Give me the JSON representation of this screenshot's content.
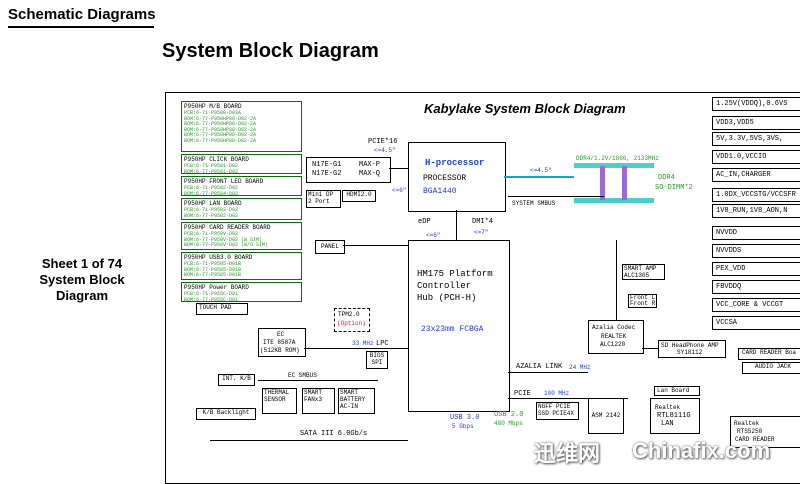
{
  "header": {
    "section": "Schematic  Diagrams",
    "page_title": "System Block Diagram"
  },
  "sheet": {
    "line1": "Sheet 1 of 74",
    "line2": "System Block",
    "line3": "Diagram"
  },
  "diagram": {
    "title": "Kabylake System Block Diagram",
    "boards": [
      {
        "name": "P950HP M/B BOARD",
        "items": [
          "PCB:6-71-P9500-D03A",
          "BOM:6-77-P950HP00-D02-2A",
          "BOM:6-77-P950HP00-D02-2A",
          "BOM:6-77-P950HP00-D02-2A",
          "BOM:6-77-P950HP00-D02-2A",
          "BOM:6-77-P950HP00-D02-2A"
        ]
      },
      {
        "name": "P950HP CLICK BOARD",
        "items": [
          "PCB:6-71-P9501-D02",
          "BOM:6-77-P9501-D02"
        ]
      },
      {
        "name": "P950HP FRONT LED BOARD",
        "items": [
          "PCB:6-71-P9502-D02",
          "BOM:6-77-P9504-D02"
        ]
      },
      {
        "name": "P950HP LAN BOARD",
        "items": [
          "PCB:6-71-P9503-D02",
          "BOM:6-77-P9502-D02"
        ]
      },
      {
        "name": "P950HP CARD READER BOARD",
        "items": [
          "PCB:6-71-P950V-D02",
          "BOM:6-77-P950V-D02 (W SIM)",
          "BOM:6-77-P950V-D02 (W/O SIM)"
        ]
      },
      {
        "name": "P950HP USB3.0 BOARD",
        "items": [
          "PCB:6-71-P9505-D01B",
          "BOM:6-77-P9505-D01B",
          "BOM:6-77-P9505-D01B"
        ]
      },
      {
        "name": "P950HP Power BOARD",
        "items": [
          "PCB:6-71-P955C-D01",
          "BOM:6-77-P955C-D01"
        ]
      }
    ],
    "cpu": {
      "name": "H-processor",
      "line2": "PROCESSOR",
      "pkg": "BGA1440"
    },
    "gpu": {
      "l1": "N17E-G1",
      "l2": "N17E-G2",
      "r1": "MAX-P",
      "r2": "MAX-Q"
    },
    "mini_dp": "Mini DP\n2 Port",
    "hdmi": "HDMI2.0",
    "panel": "PANEL",
    "pch": {
      "l1": "HM175 Platform",
      "l2": "Controller",
      "l3": "Hub (PCH-H)",
      "pkg": "23x23mm FCBGA"
    },
    "ddr": {
      "name": "DDR4",
      "slot": "SO-DIMM*2",
      "spec": "DDR4/1.2V/1866, 2133MHz"
    },
    "labels": {
      "pcie16": "PCIE*16",
      "pcie_speed": "<=4.5\"",
      "edp": "eDP",
      "dmi": "DMI*4",
      "sys_smbus": "SYSTEM SMBUS",
      "azalia": "AZALIA LINK",
      "azalia_speed": "24 MHz",
      "pcie": "PCIE",
      "pcie_rate": "100 MHz",
      "lpc": "LPC",
      "lpc_speed": "33 MHz",
      "sata": "SATA III 6.0Gb/s",
      "usb3": "USB 3.0",
      "usb3_rate": "5 Gbps",
      "usb2": "USB 2.0",
      "usb2_rate": "480 Mbps",
      "ec_smbus": "EC SMBUS",
      "hz": "<=6\"",
      "hz2": "<=7\"",
      "edp_len": "<=6\""
    },
    "blocks": {
      "touchpad": "TOUCH PAD",
      "tpm": "TPM2.0",
      "tpm_opt": "(Option)",
      "ec1": "EC",
      "ec2": "ITE 8587A",
      "ec3": "(512KB ROM)",
      "bios1": "BIOS",
      "bios2": "SPI",
      "intkb": "INT. K/B",
      "thermal": "THERMAL\nSENSOR",
      "fan": "SMART\nFANx3",
      "battery": "SMART\nBATTERY\nAC-IN",
      "kblight": "K/B Backlight",
      "smart_amp": "SMART AMP\nALC1305",
      "front_l": "Front L\nFront R",
      "azalia_codec": "Azalia Codec",
      "realtek": "REALTEK",
      "alc": "ALC1220",
      "hp_amp": "SD HeadPhone AMP",
      "hp_amp2": "SY18112",
      "card_reader": "CARD READER Boa",
      "audio_jack": "AUDIO JACK",
      "lan_board": "Lan Board",
      "lan1": "Realtek",
      "lan2": "RTL8111G",
      "lan3": "LAN",
      "ngff": "NGFF PCIE\nSSD PCIE4X",
      "asm": "ASM 2142",
      "rts1": "Realtek",
      "rts2": "RTS5250",
      "rts3": "CARD READER"
    },
    "rails": [
      "1.25V(VDDQ),0.6VS",
      "VDD3,VDD5",
      "5V,3.3V,5VS,3VS,",
      "VDD1.0,VCCIO",
      "AC_IN,CHARGER",
      "1.0DX_VCCSTG/VCCSFR",
      "1V8_RUN,1V8_AON,N",
      "NVVDD",
      "NVVDDS",
      "PEX_VDD",
      "FBVDDQ",
      "VCC_CORE & VCCGT",
      "VCCSA"
    ]
  },
  "watermark": {
    "cn": "迅维网",
    "en": "Chinafix.com"
  }
}
